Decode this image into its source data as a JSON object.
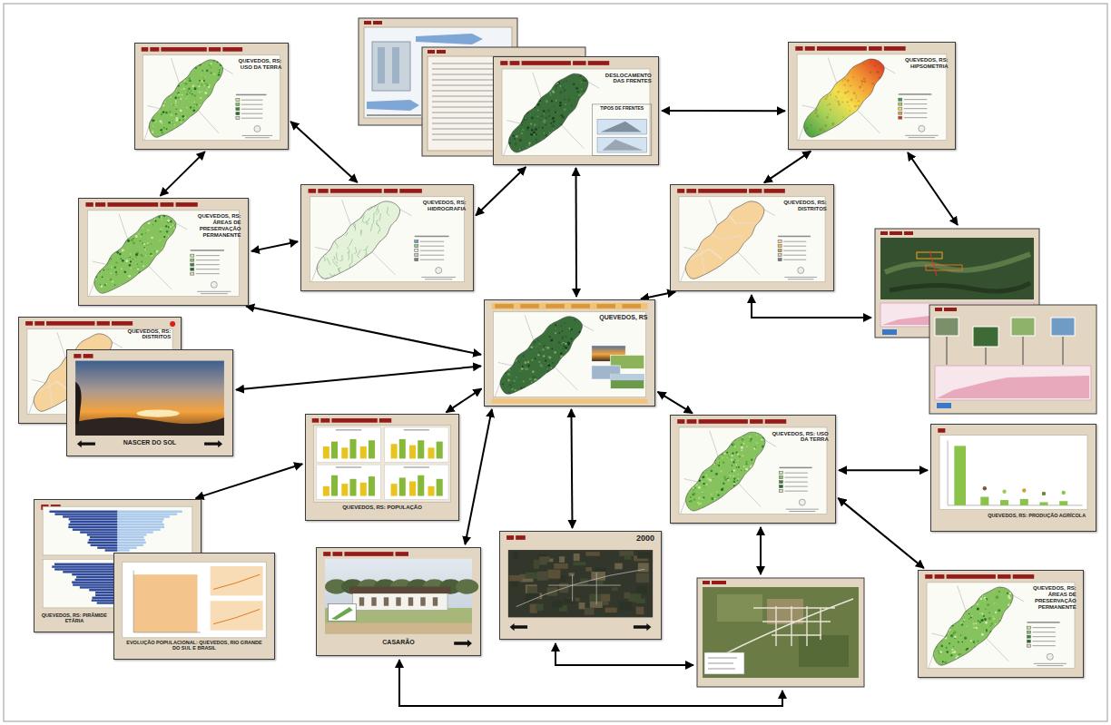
{
  "diagram": {
    "nodes": [
      {
        "text": [
          "QUEVEDOS, RS: USO DA TERRA"
        ]
      },
      {
        "text": [
          "DESLOCAMENTO DAS FRENTES",
          "TIPOS DE FRENTES"
        ]
      },
      {
        "text": [
          "QUEVEDOS, RS: HIPSOMETRIA"
        ]
      },
      {
        "text": [
          "QUEVEDOS, RS: ÁREAS DE PRESERVAÇÃO PERMANENTE"
        ]
      },
      {
        "text": [
          "QUEVEDOS, RS: HIDROGRAFIA"
        ]
      },
      {
        "text": [
          "QUEVEDOS, RS: DISTRITOS"
        ]
      },
      {
        "text": [
          "QUEVEDOS, RS"
        ]
      },
      {
        "text": [
          "QUEVEDOS, RS: DISTRITOS"
        ]
      },
      {
        "text": [
          "NASCER DO SOL"
        ]
      },
      {
        "text": [
          "QUEVEDOS, RS: POPULAÇÃO"
        ]
      },
      {
        "text": [
          "QUEVEDOS, RS: USO DA TERRA"
        ]
      },
      {
        "text": [
          "QUEVEDOS, RS: PRODUÇÃO AGRÍCOLA"
        ]
      },
      {
        "text": [
          "QUEVEDOS, RS: PIRÂMIDE ETÁRIA"
        ]
      },
      {
        "text": [
          "CASARÃO"
        ]
      },
      {
        "text": [
          "2000"
        ]
      },
      {
        "text": [
          "EVOLUÇÃO POPULACIONAL: QUEVEDOS, RIO GRANDE DO SUL E BRASIL"
        ]
      },
      {
        "text": [
          "QUEVEDOS, RS: ÁREAS DE PRESERVAÇÃO PERMANENTE"
        ]
      }
    ],
    "edges": [
      {
        "from": 0,
        "to": 3,
        "arrow": "both"
      },
      {
        "from": 0,
        "to": 4,
        "arrow": "both"
      },
      {
        "from": 3,
        "to": 4,
        "arrow": "both"
      },
      {
        "from": 4,
        "to": 1,
        "arrow": "both"
      },
      {
        "from": 1,
        "to": 2,
        "arrow": "both"
      },
      {
        "from": 1,
        "to": 6,
        "arrow": "both"
      },
      {
        "from": 2,
        "to": 5,
        "arrow": "both"
      },
      {
        "from": 5,
        "to": 6,
        "arrow": "both"
      },
      {
        "from": 3,
        "to": 6,
        "arrow": "both"
      },
      {
        "from": 8,
        "to": 6,
        "arrow": "both"
      },
      {
        "from": 9,
        "to": 6,
        "arrow": "both"
      },
      {
        "from": 9,
        "to": 12,
        "arrow": "both"
      },
      {
        "from": 6,
        "to": 10,
        "arrow": "both"
      },
      {
        "from": 10,
        "to": 11,
        "arrow": "both"
      },
      {
        "from": 10,
        "to": 16,
        "arrow": "both"
      },
      {
        "from": 6,
        "to": 13,
        "arrow": "both"
      },
      {
        "from": 6,
        "to": 14,
        "arrow": "both"
      }
    ]
  }
}
